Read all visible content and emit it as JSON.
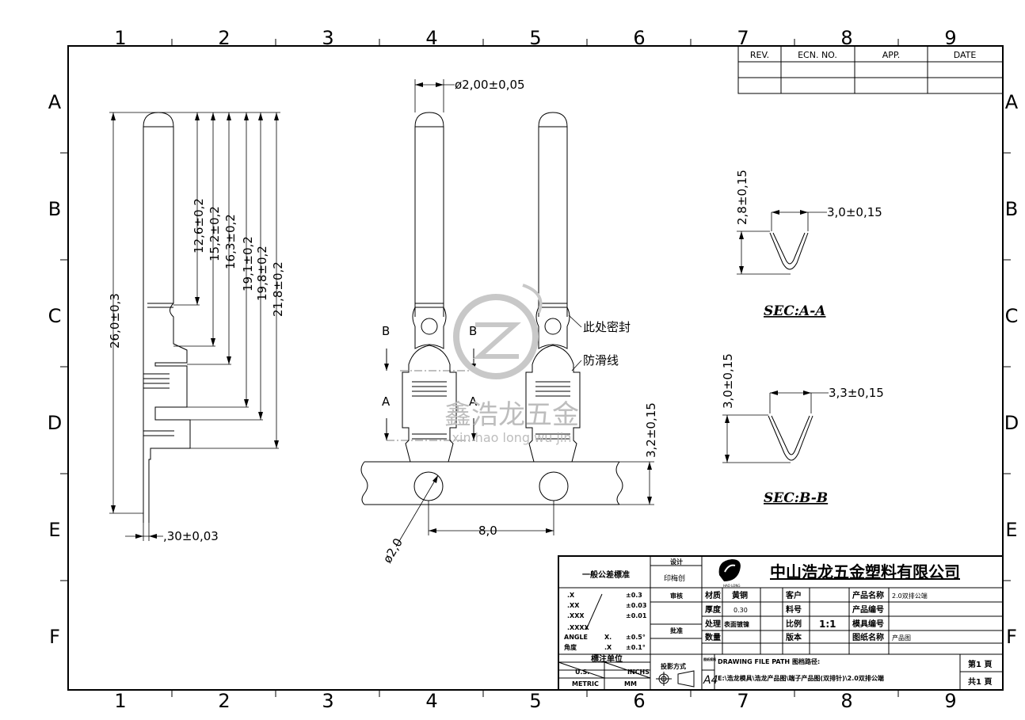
{
  "zones": {
    "columns": [
      "1",
      "2",
      "3",
      "4",
      "5",
      "6",
      "7",
      "8",
      "9"
    ],
    "rows": [
      "A",
      "B",
      "C",
      "D",
      "E",
      "F"
    ]
  },
  "revision_table": {
    "headers": [
      "REV.",
      "ECN.  NO.",
      "APP.",
      "DATE"
    ]
  },
  "side_view": {
    "dims": [
      "26,0±0,3",
      "12,6±0,2",
      "15,2±0,2",
      "16,3±0,2",
      "19,1±0,2",
      "19,8±0,2",
      "21,8±0,2",
      ",30±0,03"
    ]
  },
  "front_view": {
    "pin_diameter": "ø2,00±0,05",
    "seal_note": "此处密封",
    "antislip_note": "防滑线",
    "section_b": "B",
    "section_a": "A",
    "height_dim": "3,2±0,15",
    "pitch_dim": "8,0",
    "hole_dim": "ø2,0"
  },
  "watermark": {
    "cn": "鑫浩龙五金",
    "pinyin": "xin hao long wu jin"
  },
  "sections": {
    "aa": {
      "title": "SEC:A-A",
      "height": "2,8±0,15",
      "width": "3,0±0,15"
    },
    "bb": {
      "title": "SEC:B-B",
      "height": "3,0±0,15",
      "width": "3,3±0,15"
    }
  },
  "title_block": {
    "company": "中山浩龙五金塑料有限公司",
    "logo_text": "HAO LONG",
    "tolerance_title": "一般公差標准",
    "tolerance_rows": [
      {
        "k": ".X",
        "v": "±0.3"
      },
      {
        "k": ".XX",
        "v": "±0.03"
      },
      {
        "k": ".XXX",
        "v": "±0.01"
      },
      {
        "k": ".XXXX",
        "v": ""
      },
      {
        "k": "ANGLE",
        "m": "X.",
        "v": "±0.5°"
      },
      {
        "k": "角度",
        "m": ".X",
        "v": "±0.1°"
      }
    ],
    "projection_label": "投影方式",
    "unit_title": "標注单位",
    "unit_left": "U.S.",
    "unit_right": "INCHS",
    "unit_metric": "METRIC",
    "unit_mm": "MM",
    "designer_label": "设计",
    "designer": "印梅创",
    "checker_label": "审核",
    "approver_label": "批准",
    "material_label": "材质",
    "material": "黄铜",
    "customer_label": "客户",
    "thickness_label": "厚度",
    "thickness": "0.30",
    "part_no_label": "料号",
    "treatment_label": "处理",
    "treatment": "表面镀镍",
    "scale_label": "比例",
    "scale": "1:1",
    "quantity_label": "数量",
    "version_label": "版本",
    "product_name_label": "产品名称",
    "product_name": "2.0双排公端",
    "product_no_label": "产品编号",
    "mold_no_label": "模具编号",
    "drawing_name_label": "图纸名称",
    "drawing_name": "产品图",
    "size_label": "图纸规格",
    "size": "A4",
    "file_path_label": "DRAWING FILE PATH",
    "file_path_label2": "图档路径:",
    "file_path": "E:\\浩龙模具\\浩龙产品图\\端子产品图(双排针)\\2.0双排公端",
    "page_label": "第1 頁",
    "total_label": "共1 頁"
  }
}
